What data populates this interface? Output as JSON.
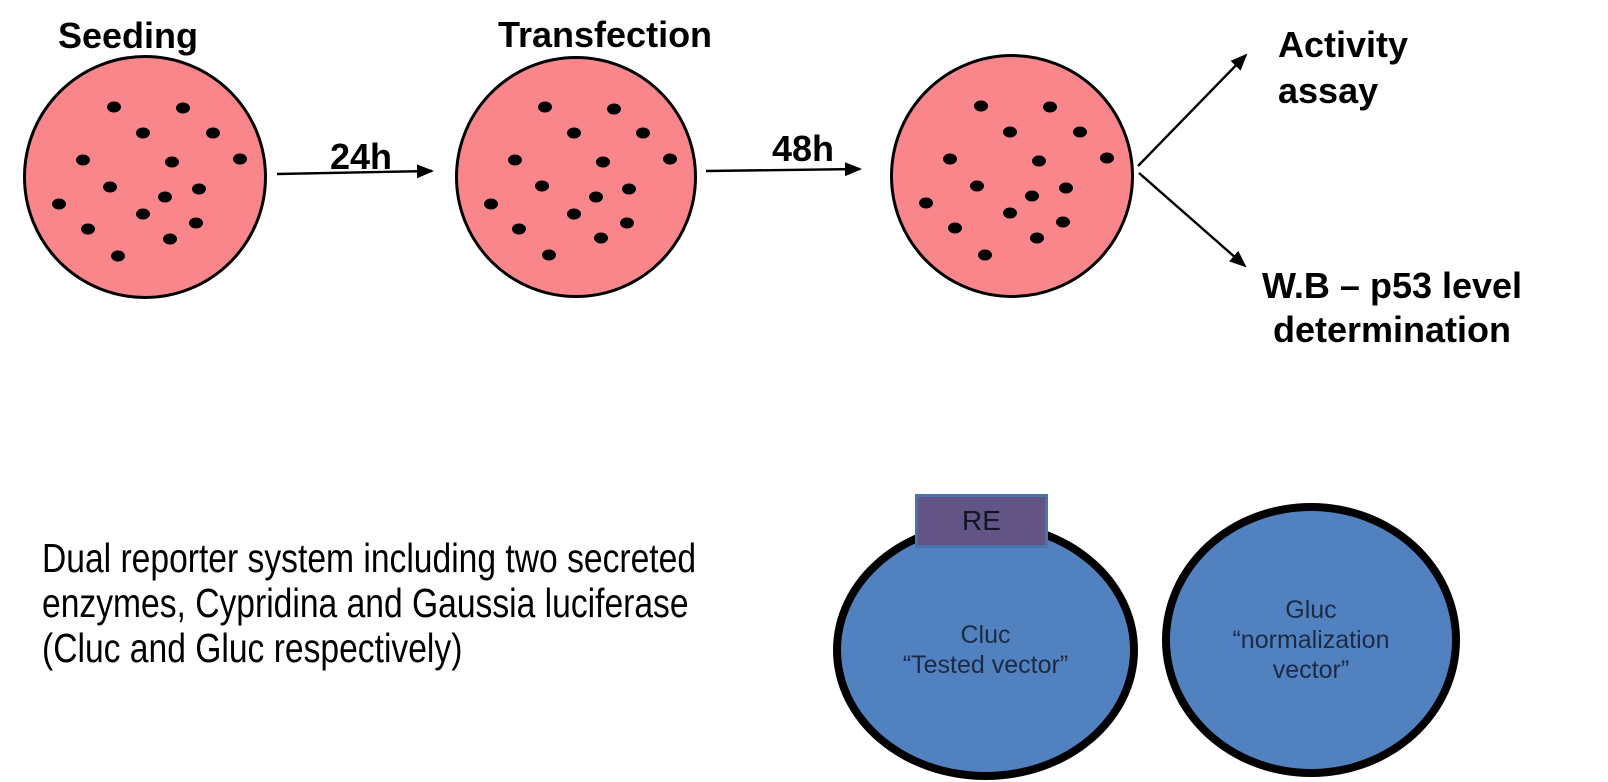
{
  "palette": {
    "dish_fill": "#F8868B",
    "dish_border": "#000000",
    "cell_dot": "#000000",
    "vector_fill": "#5181BE",
    "vector_border": "#000000",
    "vector_text": "#1B2B45",
    "re_fill": "#625586",
    "re_border": "#4A72AE",
    "text": "#000000",
    "bg": "#FFFFFF"
  },
  "workflow": {
    "steps": [
      {
        "label": "Seeding"
      },
      {
        "label": "Transfection"
      }
    ],
    "timings": [
      "24h",
      "48h"
    ],
    "outcomes": {
      "activity": "Activity\nassay",
      "western_blot": "W.B – p53 level\ndetermination"
    },
    "dish_dot_pattern": [
      [
        37,
        20.5
      ],
      [
        66,
        21
      ],
      [
        49,
        31.5
      ],
      [
        78.5,
        31.5
      ],
      [
        24,
        43
      ],
      [
        61.5,
        43.5
      ],
      [
        90,
        42.5
      ],
      [
        35.5,
        54
      ],
      [
        72.5,
        55
      ],
      [
        14,
        61.5
      ],
      [
        58.5,
        58.5
      ],
      [
        49,
        65.5
      ],
      [
        71.5,
        69.5
      ],
      [
        26,
        72
      ],
      [
        60.5,
        76
      ],
      [
        38.5,
        83
      ]
    ]
  },
  "description": "Dual reporter system including two secreted\nenzymes, Cypridina and Gaussia luciferase\n(Cluc and Gluc respectively)",
  "vectors": {
    "re_label": "RE",
    "cluc": "Cluc\n“Tested vector”",
    "gluc": "Gluc\n“normalization\nvector”"
  }
}
